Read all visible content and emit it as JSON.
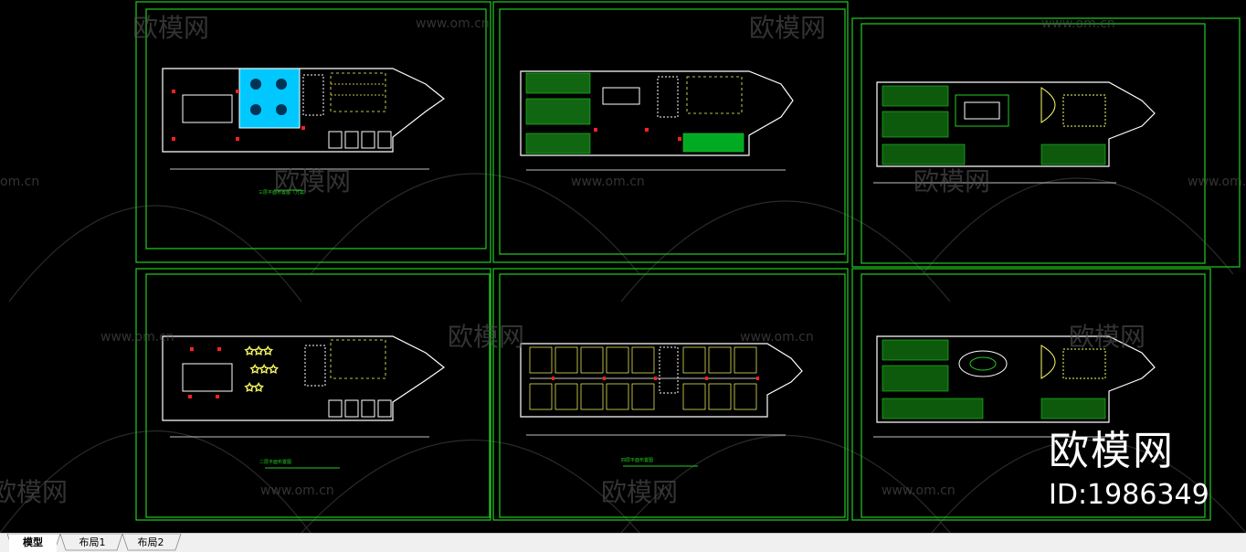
{
  "watermarks": {
    "brand": "欧模网",
    "url": "www.om.cn",
    "url_short": "om.cn"
  },
  "sheet_labels": {
    "s1": "三层平面布置图（方案）",
    "s4": "二层平面布置图",
    "s5": "四层平面布置图"
  },
  "id_badge": {
    "brand": "欧模网",
    "id": "ID:1986349"
  },
  "tabs": {
    "model": "模型",
    "layout1": "布局1",
    "layout2": "布局2"
  },
  "colors": {
    "background": "#000000",
    "frame": "#22cc22",
    "walls": "#ffffff",
    "cyan": "#00c8ff",
    "accent": "#ff0000",
    "furniture": "#ffff66"
  }
}
